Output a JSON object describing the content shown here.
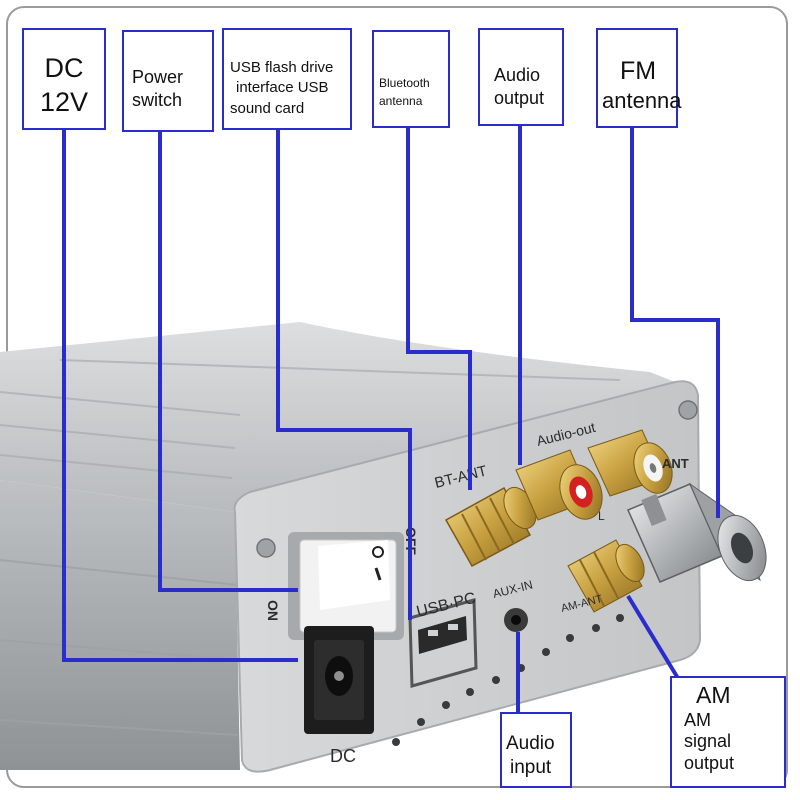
{
  "callouts": {
    "dc": {
      "line1": "DC",
      "line2": "12V"
    },
    "power_switch": {
      "line1": "Power",
      "line2": "switch"
    },
    "usb": {
      "line1": "USB flash drive",
      "line2": "interface USB",
      "line3": "sound card"
    },
    "bluetooth": {
      "line1": "Bluetooth",
      "line2": "antenna"
    },
    "audio_output": {
      "line1": "Audio",
      "line2": "output"
    },
    "fm": {
      "line1": "FM",
      "line2": "antenna"
    },
    "am": {
      "line1": "AM",
      "line2": "AM",
      "line3": "signal",
      "line4": "output"
    },
    "audio_input": {
      "line1": "Audio",
      "line2": "input"
    }
  },
  "panel_labels": {
    "dc": "DC",
    "usb_pc": "USB·PC",
    "aux_in": "AUX-IN",
    "am_ant": "AM-ANT",
    "bt_ant": "BT-ANT",
    "audio_out": "Audio-out",
    "on": "ON",
    "off": "OFF",
    "ant": "ANT",
    "l": "L"
  },
  "colors": {
    "leader_line": "#2a2ccc",
    "chassis": "#c9cbcc",
    "gold": "#c8a040",
    "rca_red": "#d32020"
  }
}
